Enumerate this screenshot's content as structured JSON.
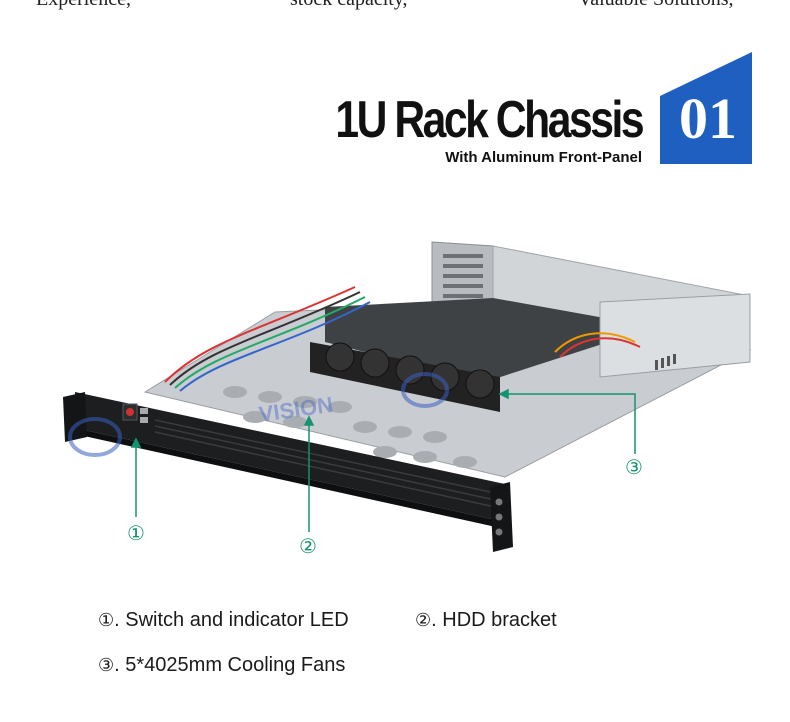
{
  "top_strip": [
    "Experience,",
    "stock capacity,",
    "Valuable Solutions,"
  ],
  "title": {
    "main": "1U Rack Chassis",
    "sub": "With Aluminum Front-Panel",
    "badge": "01",
    "badge_color": "#1e5fbf"
  },
  "watermark": "VISION",
  "callouts": [
    {
      "num": "①"
    },
    {
      "num": "②"
    },
    {
      "num": "③"
    }
  ],
  "legend": [
    {
      "num": "①",
      "text": ". Switch and indicator LED"
    },
    {
      "num": "②",
      "text": ". HDD bracket"
    },
    {
      "num": "③",
      "text": ". 5*4025mm Cooling Fans"
    }
  ],
  "accent_color": "#14946e"
}
